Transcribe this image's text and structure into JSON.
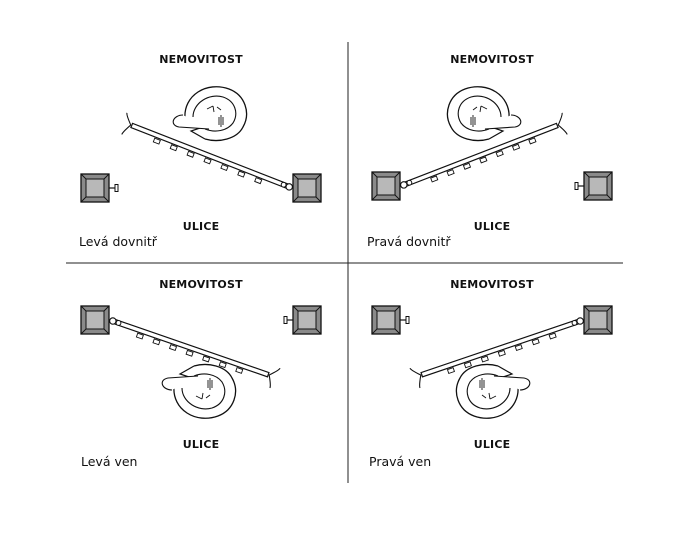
{
  "diagram": {
    "quadrants": [
      {
        "top_label": "NEMOVITOST",
        "bottom_label": "ULICE",
        "caption": "Levá dovnitř"
      },
      {
        "top_label": "NEMOVITOST",
        "bottom_label": "ULICE",
        "caption": "Pravá dovnitř"
      },
      {
        "top_label": "NEMOVITOST",
        "bottom_label": "ULICE",
        "caption": "Levá ven"
      },
      {
        "top_label": "NEMOVITOST",
        "bottom_label": "ULICE",
        "caption": "Pravá ven"
      }
    ],
    "icons": [
      "gate-post-icon",
      "gate-leaf-icon",
      "hinge-icon",
      "latch-icon",
      "swing-arrow-icon"
    ]
  }
}
